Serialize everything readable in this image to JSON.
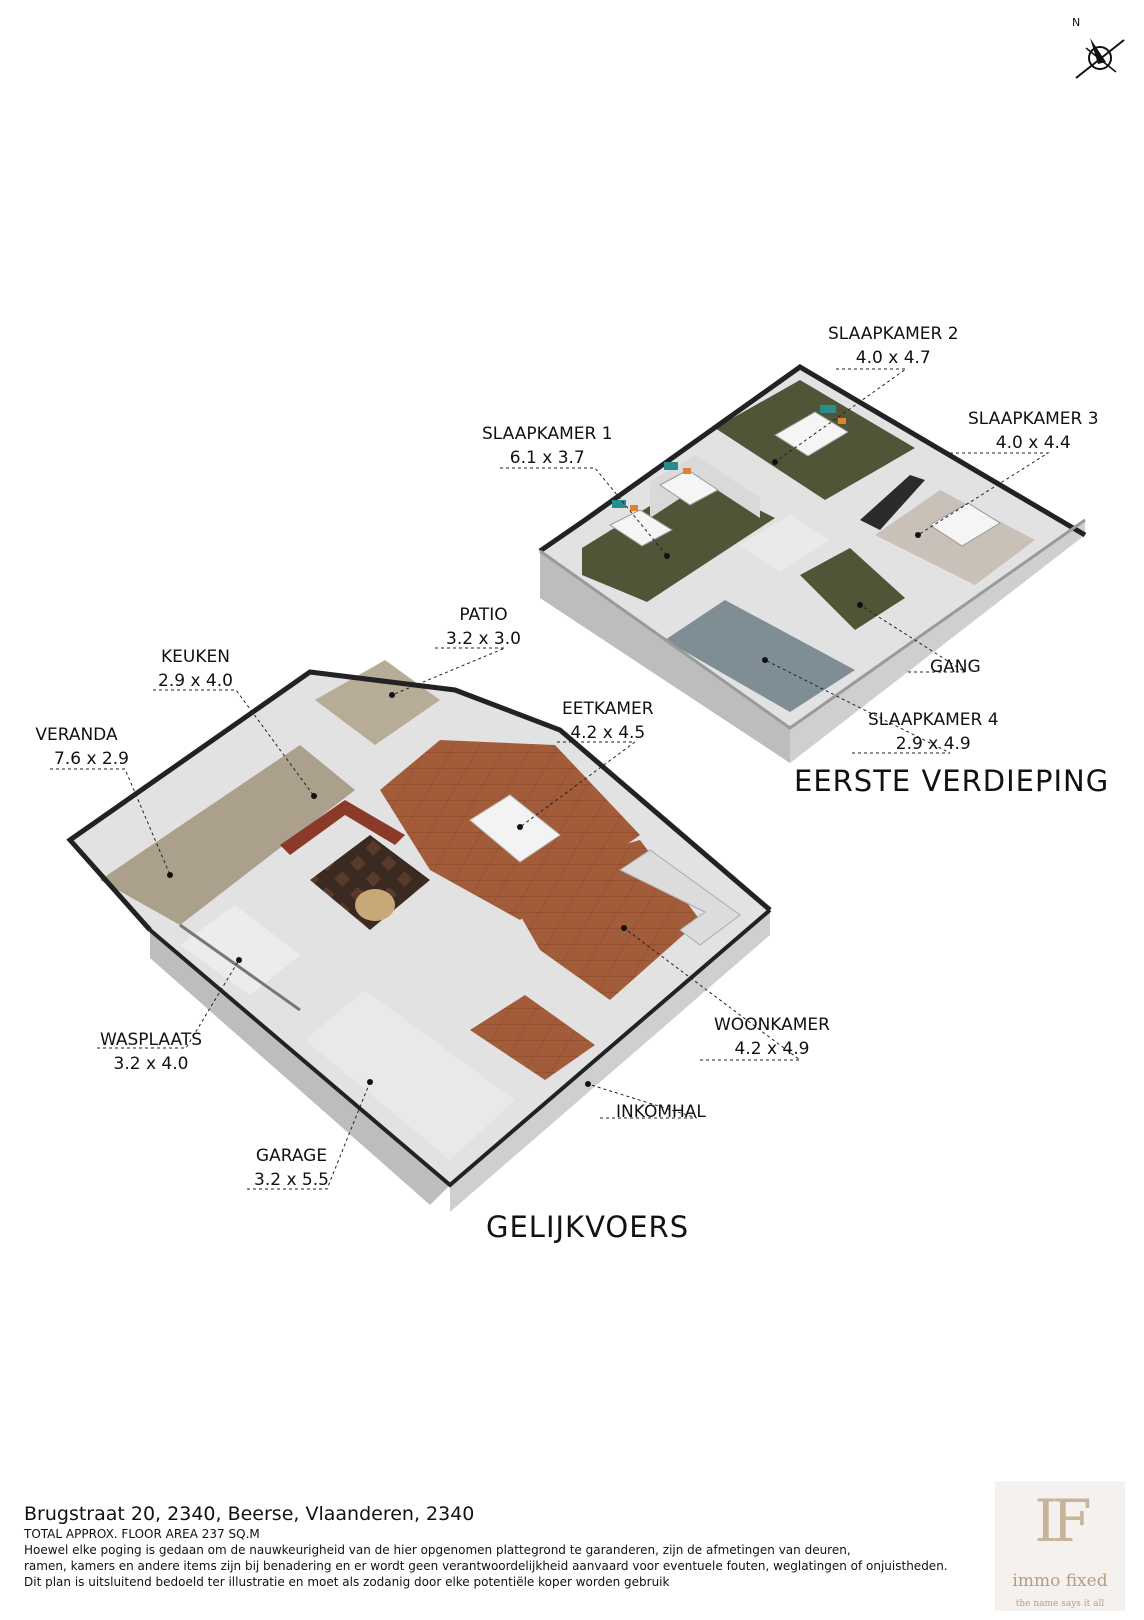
{
  "compass": {
    "north_label": "N",
    "icon": "compass-north-arrow-icon"
  },
  "floors": {
    "ground": {
      "title": "GELIJKVOERS"
    },
    "first": {
      "title": "EERSTE VERDIEPING"
    }
  },
  "rooms": {
    "slaapkamer1": {
      "name": "SLAAPKAMER 1",
      "dim": "6.1 x 3.7"
    },
    "slaapkamer2": {
      "name": "SLAAPKAMER 2",
      "dim": "4.0 x 4.7"
    },
    "slaapkamer3": {
      "name": "SLAAPKAMER 3",
      "dim": "4.0 x 4.4"
    },
    "slaapkamer4": {
      "name": "SLAAPKAMER 4",
      "dim": "2.9 x 4.9"
    },
    "gang": {
      "name": "GANG"
    },
    "patio": {
      "name": "PATIO",
      "dim": "3.2 x 3.0"
    },
    "keuken": {
      "name": "KEUKEN",
      "dim": "2.9 x 4.0"
    },
    "veranda": {
      "name": "VERANDA",
      "dim": "7.6 x 2.9"
    },
    "eetkamer": {
      "name": "EETKAMER",
      "dim": "4.2 x 4.5"
    },
    "woonkamer": {
      "name": "WOONKAMER",
      "dim": "4.2 x 4.9"
    },
    "inkomhal": {
      "name": "INKOMHAL"
    },
    "wasplaats": {
      "name": "WASPLAATS",
      "dim": "3.2 x 4.0"
    },
    "garage": {
      "name": "GARAGE",
      "dim": "3.2 x 5.5"
    }
  },
  "footer": {
    "address": "Brugstraat 20, 2340, Beerse, Vlaanderen, 2340",
    "area": "TOTAL APPROX. FLOOR AREA 237 SQ.M",
    "disclaimer1": "Hoewel elke poging is gedaan om de nauwkeurigheid van de hier opgenomen plattegrond te garanderen, zijn de afmetingen van deuren,",
    "disclaimer2": "ramen, kamers en andere items zijn bij benadering en er wordt geen verantwoordelijkheid aanvaard voor eventuele fouten, weglatingen of onjuistheden.",
    "disclaimer3": "Dit plan is uitsluitend bedoeld ter illustratie en moet als zodanig door elke potentiële koper worden gebruik"
  },
  "logo": {
    "monogram": "IF",
    "brand": "immo fixed",
    "tagline": "the name says it all"
  },
  "colors": {
    "wall": "#d4d4d4",
    "wall_dark": "#222222",
    "bedroom_floor": "#4f5638",
    "tile_floor": "#a35c3a",
    "kitchen_floor": "#3b2a22",
    "veranda_floor": "#aaa08c",
    "garage_floor": "#e9e9e9",
    "bedroom4_floor": "#7f8e95",
    "bedroom3_floor": "#c9c1b8"
  }
}
